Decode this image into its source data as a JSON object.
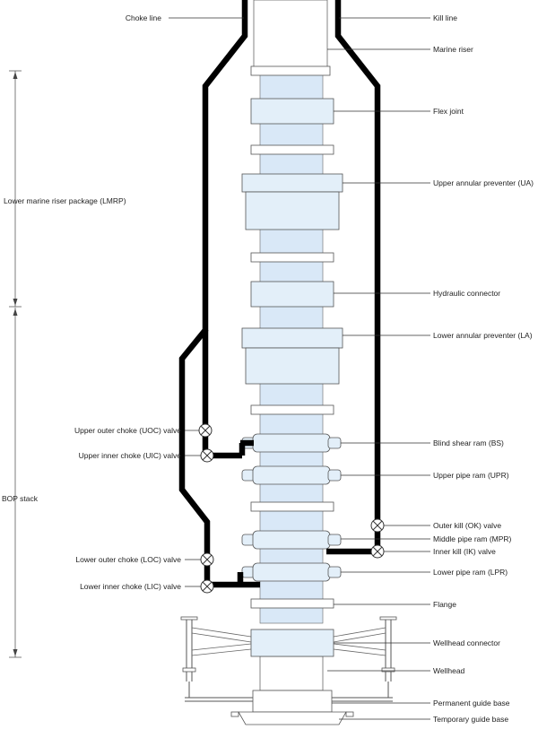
{
  "labels": {
    "choke_line": "Choke line",
    "kill_line": "Kill line",
    "marine_riser": "Marine riser",
    "flex_joint": "Flex joint",
    "lmrp": "Lower marine riser package (LMRP)",
    "upper_annular": "Upper annular preventer (UA)",
    "hydraulic_connector": "Hydraulic connector",
    "lower_annular": "Lower annular preventer (LA)",
    "uoc_valve": "Upper outer choke (UOC) valve",
    "uic_valve": "Upper inner choke (UIC) valve",
    "blind_shear_ram": "Blind shear ram (BS)",
    "upper_pipe_ram": "Upper pipe ram (UPR)",
    "bop_stack": "BOP stack",
    "ok_valve": "Outer kill (OK) valve",
    "middle_pipe_ram": "Middle pipe ram (MPR)",
    "ik_valve": "Inner kill (IK) valve",
    "loc_valve": "Lower outer choke (LOC) valve",
    "lpr": "Lower pipe ram (LPR)",
    "lic_valve": "Lower inner choke (LIC) valve",
    "flange": "Flange",
    "wellhead_connector": "Wellhead connector",
    "wellhead": "Wellhead",
    "permanent_guide_base": "Permanent guide base",
    "temporary_guide_base": "Temporary guide base"
  }
}
